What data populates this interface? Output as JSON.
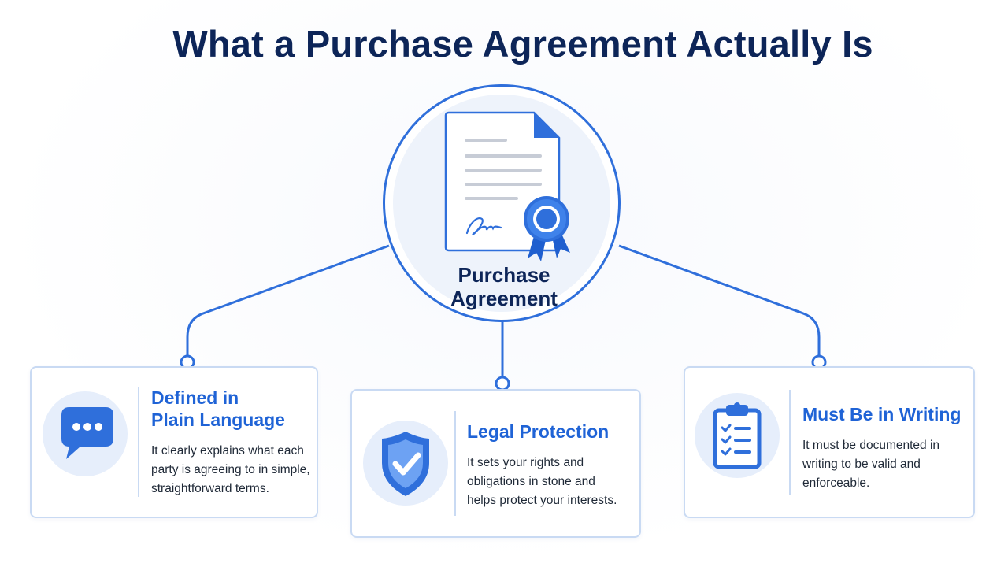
{
  "title": "What a Purchase Agreement Actually Is",
  "hub": {
    "label_line1": "Purchase",
    "label_line2": "Agreement",
    "icon": "document-with-award-ribbon-icon"
  },
  "cards": [
    {
      "icon": "chat-bubble-icon",
      "title_line1": "Defined in",
      "title_line2": "Plain Language",
      "desc_lines": [
        "It clearly explains what each",
        "party is agreeing to in simple,",
        "straightforward terms."
      ]
    },
    {
      "icon": "shield-check-icon",
      "title_line1": "Legal Protection",
      "desc_lines": [
        "It sets your rights and",
        "obligations in stone and",
        "helps protect your interests."
      ]
    },
    {
      "icon": "clipboard-checklist-icon",
      "title_line1": "Must Be in Writing",
      "desc_lines": [
        "It must be documented in",
        "writing to be valid and",
        "enforceable."
      ]
    }
  ],
  "colors": {
    "title": "#0d2558",
    "accent_blue": "#2f6fdb",
    "card_title_blue": "#1f63d6",
    "border_light": "#c9daf3",
    "icon_bg": "#e6eefb"
  }
}
